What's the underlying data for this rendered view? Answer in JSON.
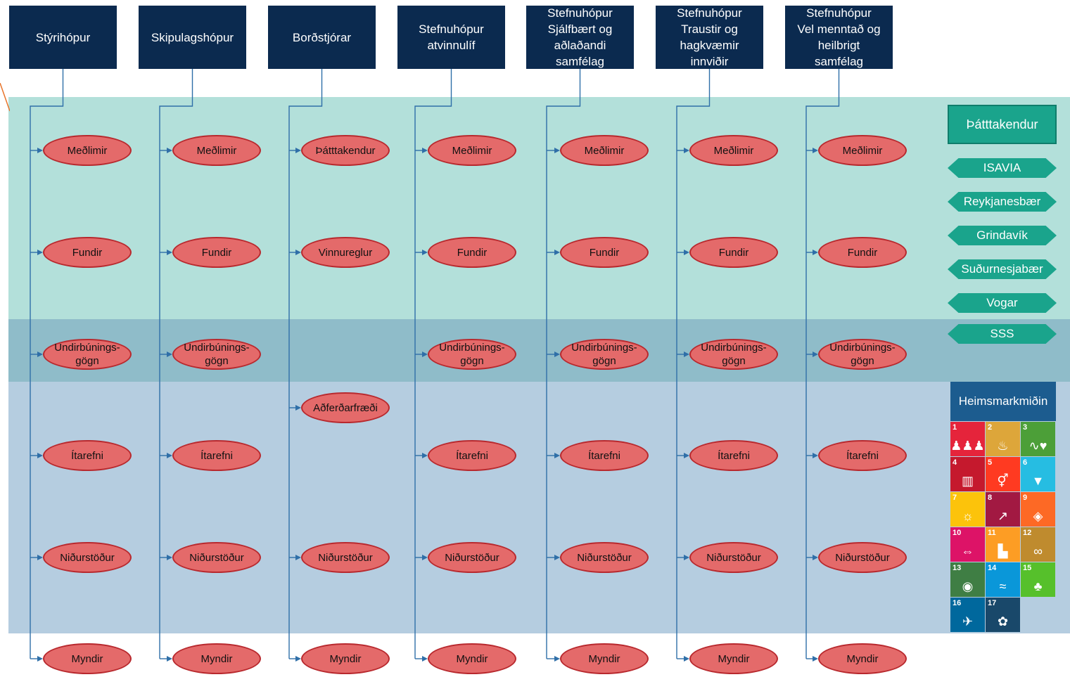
{
  "headers": [
    {
      "label": "Stýrihópur"
    },
    {
      "label": "Skipulagshópur"
    },
    {
      "label": "Borðstjórar"
    },
    {
      "label": "Stefnuhópur\natvinnulíf"
    },
    {
      "label": "Stefnuhópur\nSjálfbært og\naðlaðandi\nsamfélag"
    },
    {
      "label": "Stefnuhópur\nTraustir og\nhagkvæmir\ninnviðir"
    },
    {
      "label": "Stefnuhópur\nVel menntað og\nheilbrigt\nsamfélag"
    }
  ],
  "columns": [
    [
      "Meðlimir",
      "Fundir",
      "Undirbúnings-\ngögn",
      null,
      "Ítarefni",
      "Niðurstöður",
      "Myndir"
    ],
    [
      "Meðlimir",
      "Fundir",
      "Undirbúnings-\ngögn",
      null,
      "Ítarefni",
      "Niðurstöður",
      "Myndir"
    ],
    [
      "Þátttakendur",
      "Vinnureglur",
      null,
      "Aðferðarfræði",
      null,
      "Niðurstöður",
      "Myndir"
    ],
    [
      "Meðlimir",
      "Fundir",
      "Undirbúnings-\ngögn",
      null,
      "Ítarefni",
      "Niðurstöður",
      "Myndir"
    ],
    [
      "Meðlimir",
      "Fundir",
      "Undirbúnings-\ngögn",
      null,
      "Ítarefni",
      "Niðurstöður",
      "Myndir"
    ],
    [
      "Meðlimir",
      "Fundir",
      "Undirbúnings-\ngögn",
      null,
      "Ítarefni",
      "Niðurstöður",
      "Myndir"
    ],
    [
      "Meðlimir",
      "Fundir",
      "Undirbúnings-\ngögn",
      null,
      "Ítarefni",
      "Niðurstöður",
      "Myndir"
    ]
  ],
  "participants": {
    "title": "Þátttakendur",
    "items": [
      "ISAVIA",
      "Reykjanesbær",
      "Grindavík",
      "Suðurnesjabær",
      "Vogar",
      "SSS"
    ]
  },
  "sdg": {
    "title": "Heimsmarkmiðin",
    "goals": [
      {
        "n": "1",
        "color": "#e5243b",
        "icon": "family-icon"
      },
      {
        "n": "2",
        "color": "#dda63a",
        "icon": "bowl-icon"
      },
      {
        "n": "3",
        "color": "#4c9f38",
        "icon": "heartbeat-icon"
      },
      {
        "n": "4",
        "color": "#c5192d",
        "icon": "book-icon"
      },
      {
        "n": "5",
        "color": "#ff3a21",
        "icon": "gender-icon"
      },
      {
        "n": "6",
        "color": "#26bde2",
        "icon": "water-icon"
      },
      {
        "n": "7",
        "color": "#fcc30b",
        "icon": "sun-icon"
      },
      {
        "n": "8",
        "color": "#a21942",
        "icon": "growth-icon"
      },
      {
        "n": "9",
        "color": "#fd6925",
        "icon": "cubes-icon"
      },
      {
        "n": "10",
        "color": "#dd1367",
        "icon": "equality-icon"
      },
      {
        "n": "11",
        "color": "#fd9d24",
        "icon": "city-icon"
      },
      {
        "n": "12",
        "color": "#bf8b2e",
        "icon": "infinity-icon"
      },
      {
        "n": "13",
        "color": "#3f7e44",
        "icon": "eye-globe-icon"
      },
      {
        "n": "14",
        "color": "#0a97d9",
        "icon": "fish-icon"
      },
      {
        "n": "15",
        "color": "#56c02b",
        "icon": "tree-icon"
      },
      {
        "n": "16",
        "color": "#00689d",
        "icon": "dove-icon"
      },
      {
        "n": "17",
        "color": "#19486a",
        "icon": "flower-icon"
      }
    ]
  }
}
